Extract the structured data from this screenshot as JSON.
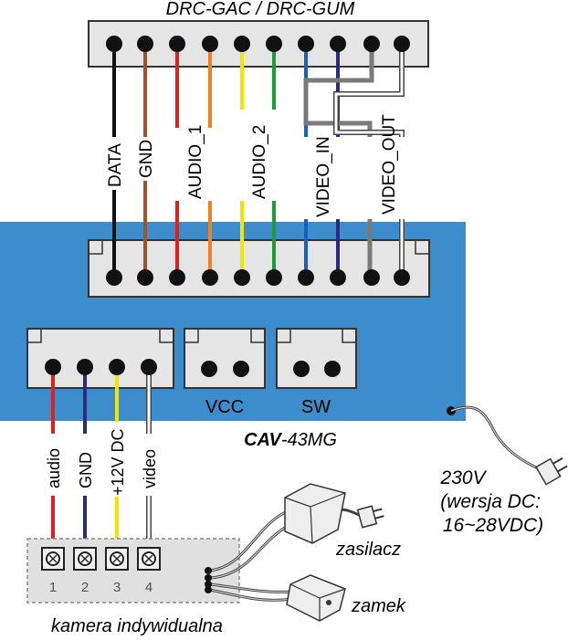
{
  "top_connector_title": "DRC-GAC / DRC-GUM",
  "wire_labels": {
    "data": "DATA",
    "gnd": "GND",
    "audio1": "AUDIO_1",
    "audio2": "AUDIO_2",
    "video_in": "VIDEO_IN",
    "video_out": "VIDEO_OUT"
  },
  "panel": {
    "model_prefix": "CAV",
    "model_suffix": "-43MG",
    "vcc_label": "VCC",
    "sw_label": "SW",
    "color": "#3d8ccc"
  },
  "camera_wires": {
    "audio": "audio",
    "gnd": "GND",
    "v12": "+12V DC",
    "video": "video"
  },
  "terminals": [
    "1",
    "2",
    "3",
    "4"
  ],
  "camera_label": "kamera indywidualna",
  "power_supply_label": "zasilacz",
  "lock_label": "zamek",
  "voltage_note": [
    "230V",
    "(wersja DC:",
    "16~28VDC)"
  ],
  "wire_colors": {
    "black": "#111111",
    "brown": "#a0522d",
    "red": "#e02020",
    "orange": "#f08020",
    "yellow": "#f2e600",
    "green": "#1e9a3a",
    "blue": "#1560c0",
    "navy": "#2a2a80",
    "gray": "#7a7a7a",
    "white": "#ffffff"
  }
}
